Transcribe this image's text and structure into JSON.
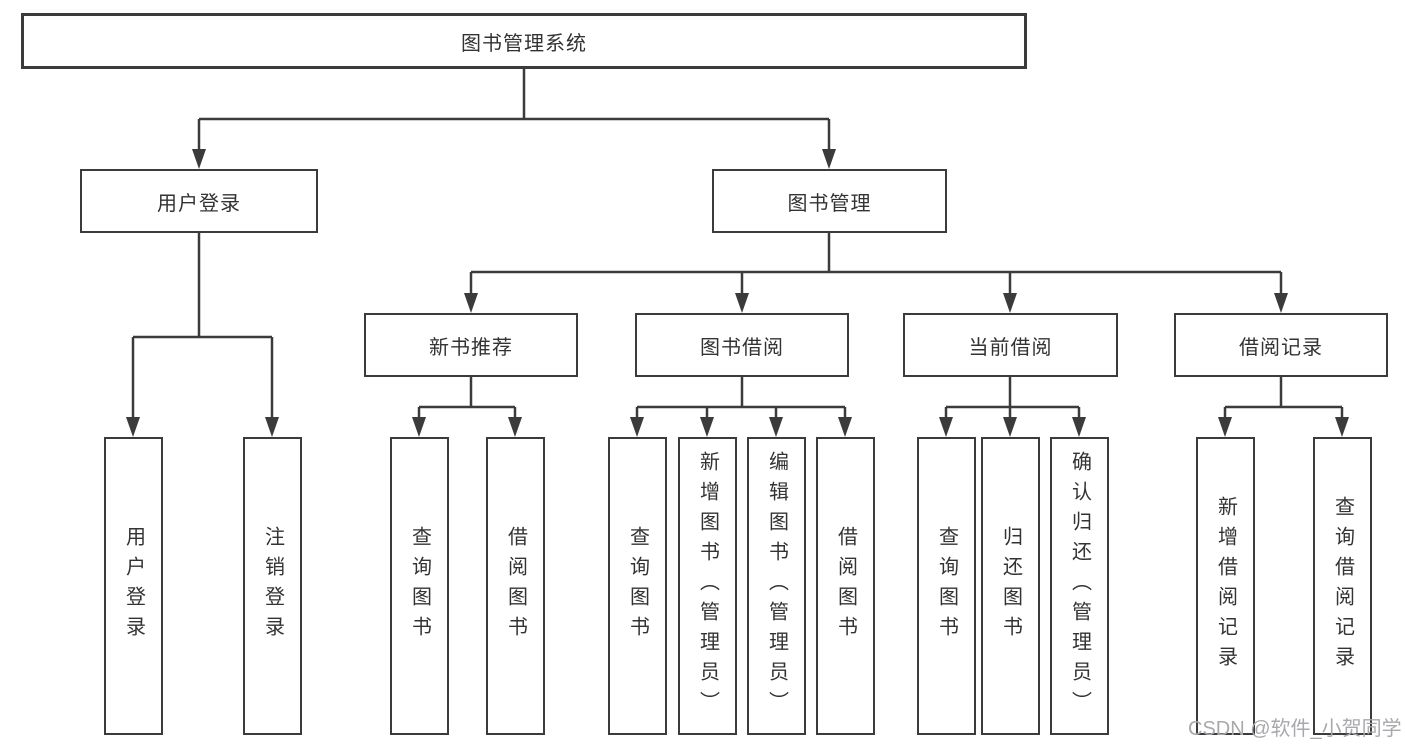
{
  "diagram": {
    "root": {
      "label": "图书管理系统"
    },
    "level2": [
      {
        "label": "用户登录"
      },
      {
        "label": "图书管理"
      }
    ],
    "level3": [
      {
        "label": "新书推荐"
      },
      {
        "label": "图书借阅"
      },
      {
        "label": "当前借阅"
      },
      {
        "label": "借阅记录"
      }
    ],
    "leaves": [
      {
        "label": "用户登录"
      },
      {
        "label": "注销登录"
      },
      {
        "label": "查询图书"
      },
      {
        "label": "借阅图书"
      },
      {
        "label": "查询图书"
      },
      {
        "label": "新增图书（管理员）"
      },
      {
        "label": "编辑图书（管理员）"
      },
      {
        "label": "借阅图书"
      },
      {
        "label": "查询图书"
      },
      {
        "label": "归还图书"
      },
      {
        "label": "确认归还（管理员）"
      },
      {
        "label": "新增借阅记录"
      },
      {
        "label": "查询借阅记录"
      }
    ]
  },
  "watermark": {
    "text": "CSDN @软件_小贺同学"
  },
  "colors": {
    "line": "#3b3b3b",
    "box_border": "#3b3b3b",
    "box_fill": "#ffffff",
    "text": "#333333",
    "watermark": "#a9a9ad",
    "background": "#ffffff"
  }
}
